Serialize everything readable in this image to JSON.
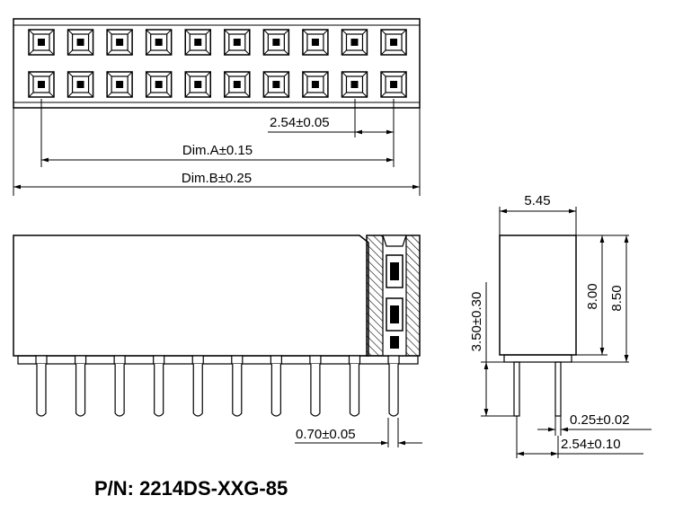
{
  "part_number": "P/N: 2214DS-XXG-85",
  "top_view": {
    "pitch_label": "2.54±0.05",
    "dim_a_label": "Dim.A±0.15",
    "dim_b_label": "Dim.B±0.25",
    "columns": 10,
    "rows": 2
  },
  "front_view": {
    "pin_count": 10,
    "pin_width_label": "0.70±0.05"
  },
  "side_view": {
    "width_label": "5.45",
    "body_height_label": "8.00",
    "overall_height_label": "8.50",
    "pin_length_label": "3.50±0.30",
    "pin_thickness_label": "0.25±0.02",
    "row_pitch_label": "2.54±0.10"
  },
  "colors": {
    "line": "#000000",
    "background": "#ffffff"
  }
}
